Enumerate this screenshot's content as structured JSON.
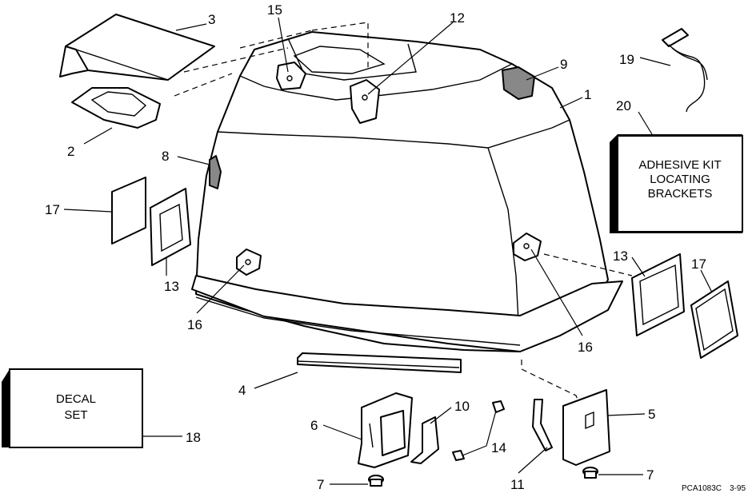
{
  "callouts": {
    "c1": "1",
    "c2": "2",
    "c3": "3",
    "c4": "4",
    "c5": "5",
    "c6": "6",
    "c7a": "7",
    "c7b": "7",
    "c8": "8",
    "c9": "9",
    "c10": "10",
    "c11": "11",
    "c12": "12",
    "c13a": "13",
    "c13b": "13",
    "c14": "14",
    "c15": "15",
    "c16a": "16",
    "c16b": "16",
    "c17a": "17",
    "c17b": "17",
    "c18": "18",
    "c19": "19",
    "c20": "20"
  },
  "boxes": {
    "adhesive_kit": [
      "ADHESIVE KIT",
      "LOCATING",
      "BRACKETS"
    ],
    "decal_set": [
      "DECAL",
      "SET"
    ]
  },
  "footer": {
    "drawing_code": "PCA1083C",
    "revision": "3-95"
  }
}
